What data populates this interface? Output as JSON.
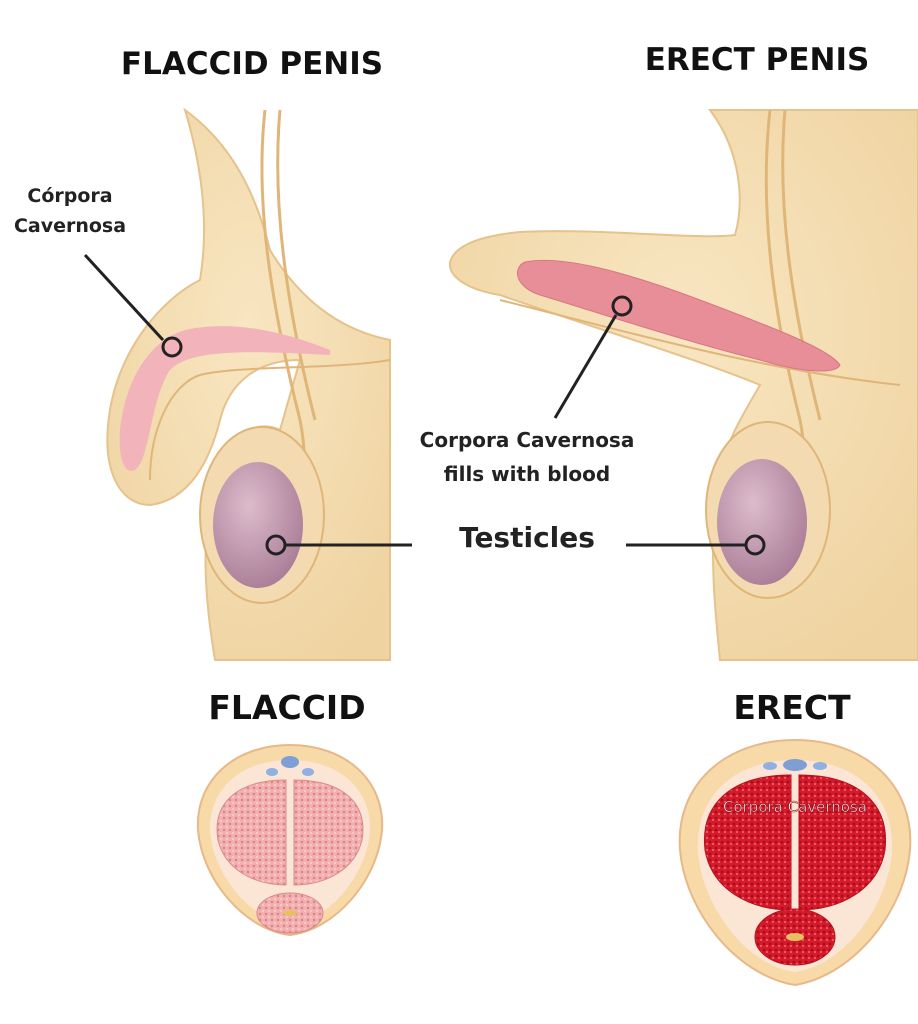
{
  "titles": {
    "flaccid_penis": "FLACCID PENIS",
    "erect_penis": "ERECT PENIS",
    "flaccid": "FLACCID",
    "erect": "ERECT"
  },
  "labels": {
    "corpora_left_line1": "Córpora",
    "corpora_left_line2": "Cavernosa",
    "corpora_fills_line1": "Corpora Cavernosa",
    "corpora_fills_line2": "fills with blood",
    "testicles": "Testicles",
    "cross_section_corpora": "Corpora Cavernosa"
  },
  "colors": {
    "skin": "#f5dfb4",
    "skin_edge": "#e8c48a",
    "corpora_flaccid": "#f2b3bb",
    "corpora_erect": "#e88e99",
    "testicle": "#c9a0b6",
    "tissue_flaccid": "#e98d8f",
    "tissue_erect": "#d4182a"
  }
}
